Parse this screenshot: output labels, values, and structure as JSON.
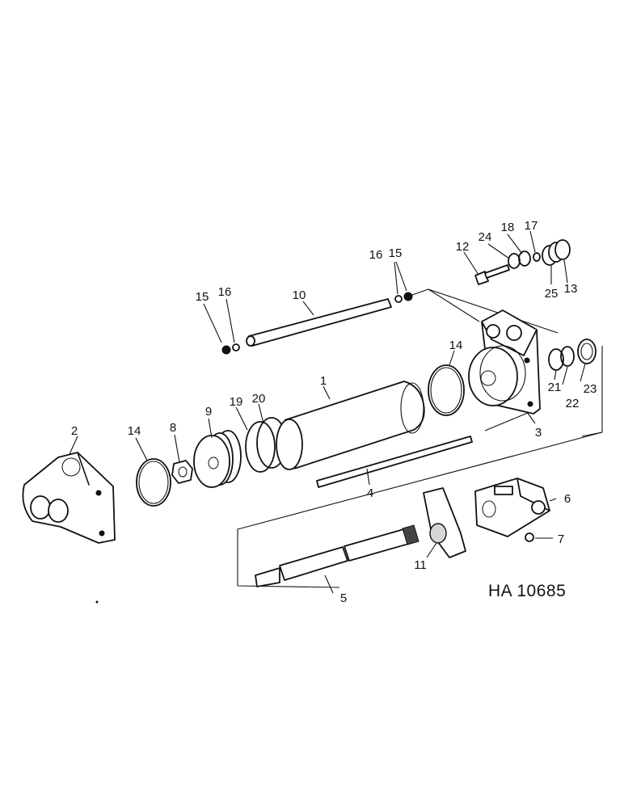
{
  "diagram": {
    "reference_code": "HA 10685",
    "callouts": {
      "c1": "1",
      "c2": "2",
      "c3": "3",
      "c4": "4",
      "c5": "5",
      "c6": "6",
      "c7": "7",
      "c8": "8",
      "c9": "9",
      "c10": "10",
      "c11": "11",
      "c12": "12",
      "c13": "13",
      "c14a": "14",
      "c14b": "14",
      "c15a": "15",
      "c15b": "15",
      "c16a": "16",
      "c16b": "16",
      "c17": "17",
      "c18": "18",
      "c19": "19",
      "c20": "20",
      "c21": "21",
      "c22": "22",
      "c23": "23",
      "c24": "24",
      "c25": "25"
    }
  }
}
